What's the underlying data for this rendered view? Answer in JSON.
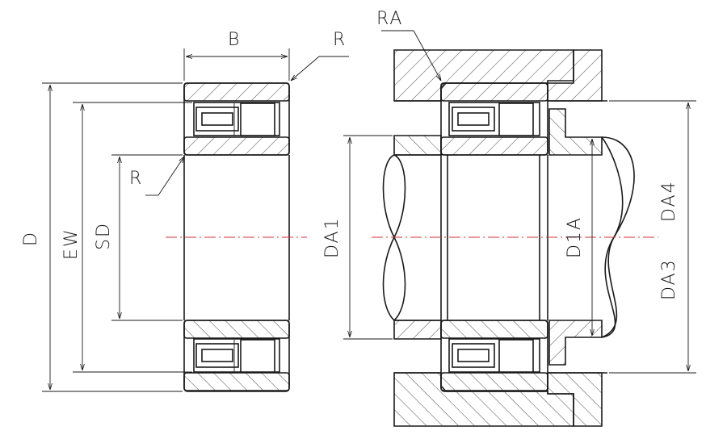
{
  "labels": {
    "B": "B",
    "R_top": "R",
    "R_inner": "R",
    "D": "D",
    "EW": "EW",
    "SD": "SD",
    "RA": "RA",
    "DA1": "DA1",
    "D1A": "D1A",
    "DA4": "DA4",
    "DA3": "DA3"
  },
  "colors": {
    "line": "#1a1a1a",
    "centerline": "#d6333a",
    "background": "#ffffff"
  }
}
